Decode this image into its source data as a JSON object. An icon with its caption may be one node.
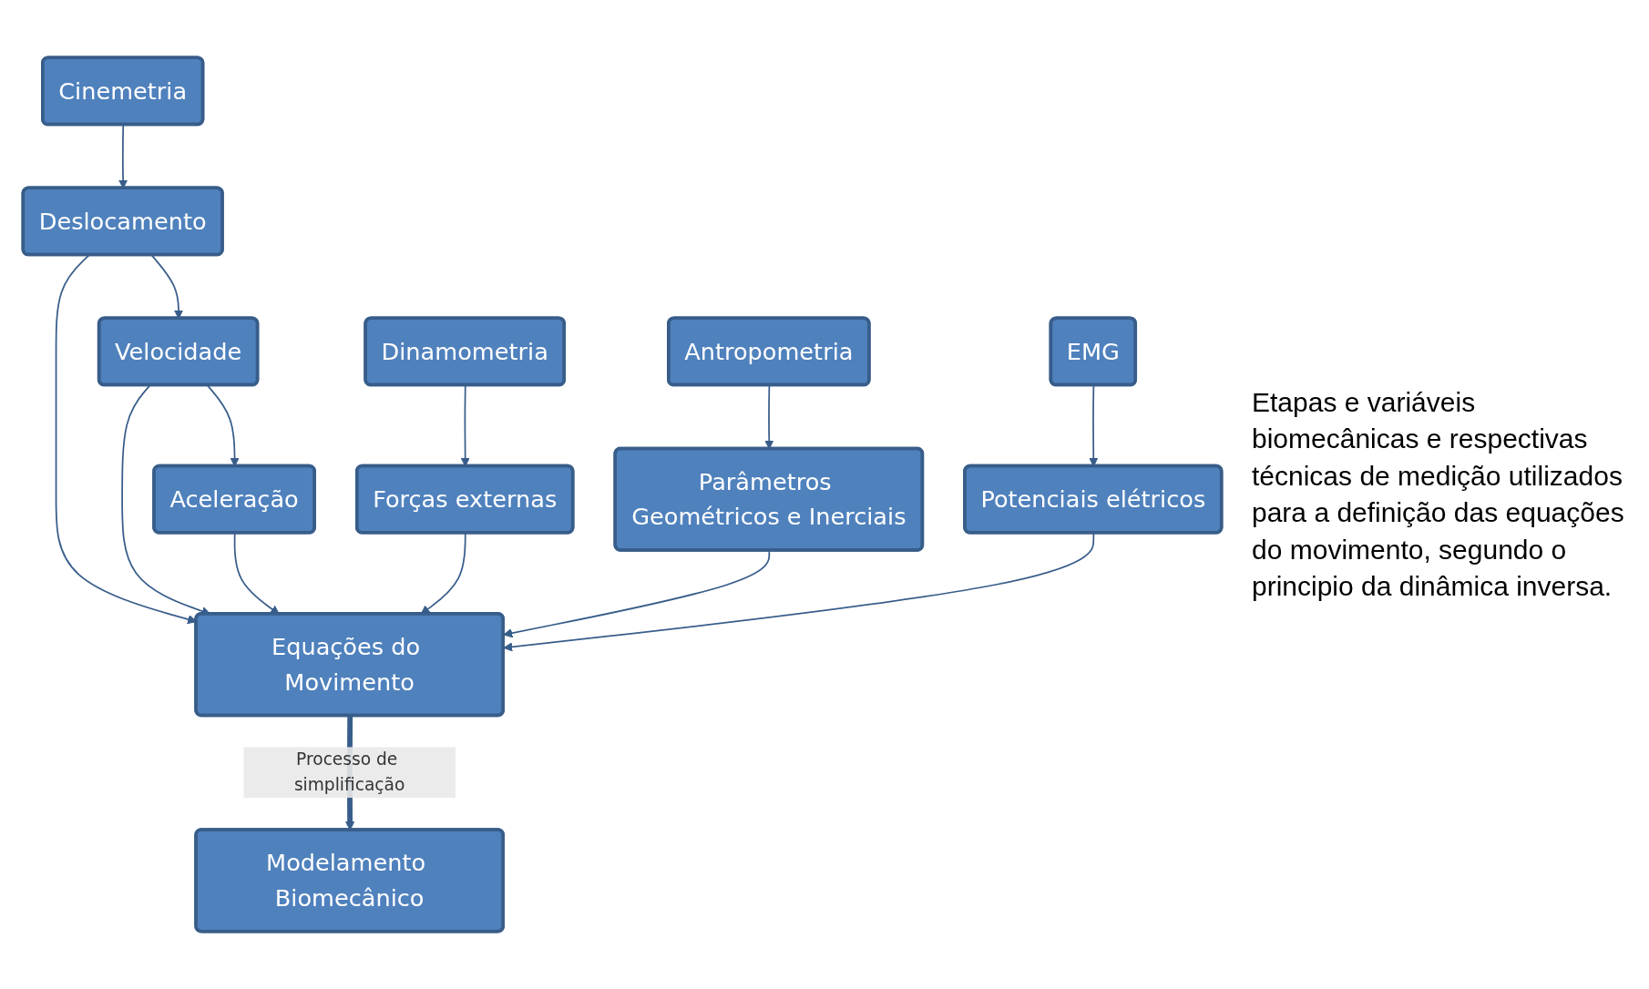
{
  "diagram": {
    "nodes": [
      {
        "text": [
          "Cinemetria"
        ]
      },
      {
        "text": [
          "Dinamometria"
        ]
      },
      {
        "text": [
          "Antropometria"
        ]
      },
      {
        "text": [
          "EMG"
        ]
      },
      {
        "text": [
          "Deslocamento"
        ]
      },
      {
        "text": [
          "Forças externas"
        ]
      },
      {
        "text": [
          "Parâmetros Geométricos e Inerciais"
        ]
      },
      {
        "text": [
          "Potenciais elétricos"
        ]
      },
      {
        "text": [
          "Velocidade"
        ]
      },
      {
        "text": [
          "Equações do Movimento"
        ]
      },
      {
        "text": [
          "Aceleração"
        ]
      },
      {
        "text": [
          "Modelamento Biomecânico"
        ]
      }
    ],
    "edges": [
      {
        "from": 0,
        "to": 4,
        "arrow": "to"
      },
      {
        "from": 1,
        "to": 5,
        "arrow": "to"
      },
      {
        "from": 2,
        "to": 6,
        "arrow": "to"
      },
      {
        "from": 3,
        "to": 7,
        "arrow": "to"
      },
      {
        "from": 4,
        "to": 8,
        "arrow": "to"
      },
      {
        "from": 8,
        "to": 10,
        "arrow": "to"
      },
      {
        "from": 4,
        "to": 9,
        "arrow": "to"
      },
      {
        "from": 8,
        "to": 9,
        "arrow": "to"
      },
      {
        "from": 10,
        "to": 9,
        "arrow": "to"
      },
      {
        "from": 5,
        "to": 9,
        "arrow": "to"
      },
      {
        "from": 6,
        "to": 9,
        "arrow": "to"
      },
      {
        "from": 7,
        "to": 9,
        "arrow": "to"
      },
      {
        "from": 9,
        "to": 11,
        "arrow": "to",
        "label": "Processo de simplificação",
        "style": "thick"
      }
    ],
    "labels": [
      "Etapas e variáveis biomecânicas e respectivas técnicas de medição utilizados para a definição das equações do movimento, segundo o principio da dinâmica inversa."
    ]
  }
}
